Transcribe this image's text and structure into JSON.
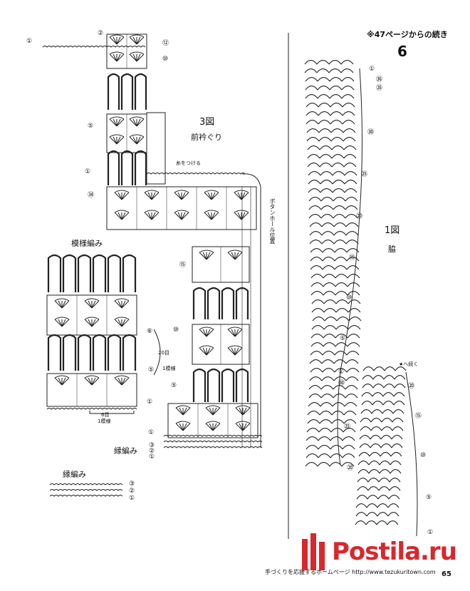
{
  "header": {
    "note": "※47ページからの続き",
    "number": "6"
  },
  "figures": {
    "fig3": {
      "title": "3図",
      "subtitle": "前衿ぐり"
    },
    "fig1": {
      "title": "1図",
      "subtitle": "脇"
    }
  },
  "labels": {
    "ito_tsukeru": "糸をつける",
    "buttonhole": "ボタンホール位置",
    "pattern_title": "模様編み",
    "pattern_rows": "20目",
    "one_pattern_v": "1模様",
    "pattern_sts": "6目",
    "one_pattern_h": "1模様",
    "edging_label": "縁編み",
    "edging_title": "縁編み",
    "star_note": "★へ続く"
  },
  "row_markers": {
    "fig3": [
      "②",
      "①",
      "⑫",
      "⑩",
      "⑤",
      "①",
      "㉞",
      "⑮",
      "⑩",
      "⑤",
      "①",
      "③",
      "②",
      "①"
    ],
    "pattern": [
      "⑥",
      "⑤",
      "①"
    ],
    "edging": [
      "③",
      "②",
      "①"
    ],
    "fig1_left": [
      "①",
      "㊱",
      "㉟",
      "㉚",
      "㉕",
      "⑳",
      "⑮",
      "⑩",
      "⑤",
      "①",
      "㉚",
      "㉕",
      "⑳"
    ],
    "fig1_right": [
      "⑳",
      "⑮",
      "⑩",
      "⑤",
      "①"
    ]
  },
  "footer": {
    "text": "手づくりを応援するホームページ http://www.tezukuritown.com",
    "page": "65"
  },
  "watermark": {
    "text": "Postila.ru",
    "color": "#d8282c"
  }
}
